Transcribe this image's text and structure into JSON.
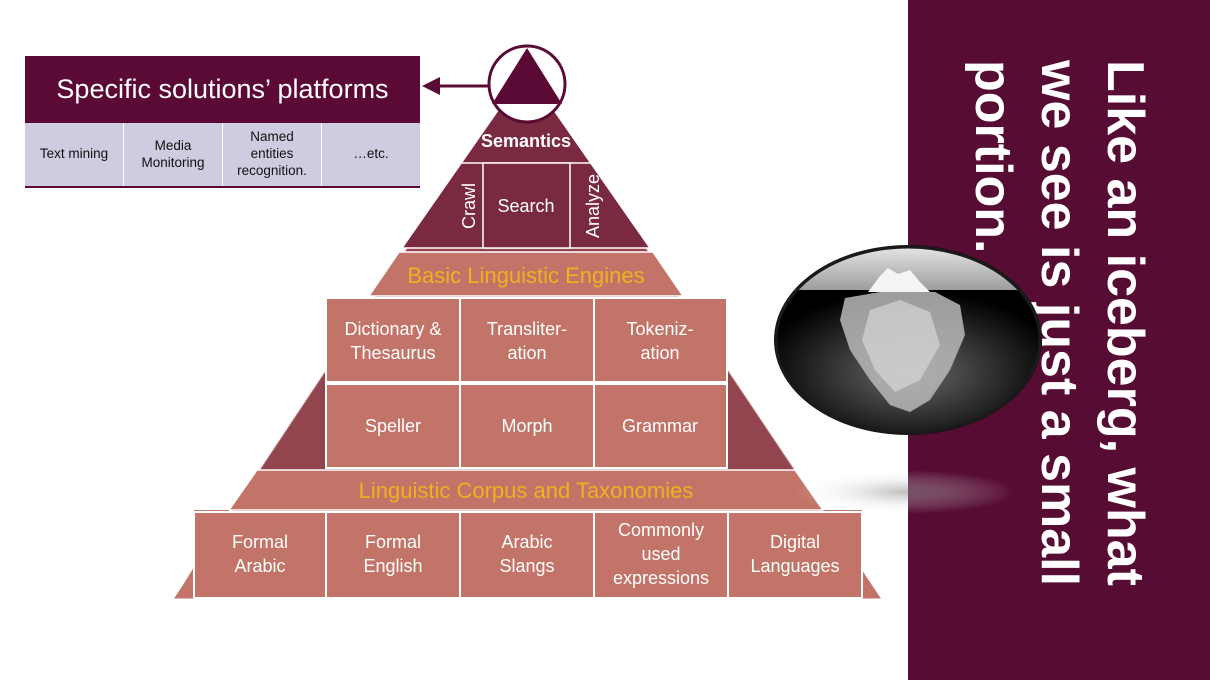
{
  "platforms": {
    "title": "Specific solutions’ platforms",
    "items": [
      "Text mining",
      "Media Monitoring",
      "Named entities recognition.",
      "…etc."
    ]
  },
  "pyramid": {
    "semantics": "Semantics",
    "tools": {
      "crawl": "Crawl",
      "search": "Search",
      "analyze": "Analyze"
    },
    "basic_engines": "Basic Linguistic Engines",
    "engines_row1": [
      "Dictionary &\nThesaurus",
      "Transliter-\nation",
      "Tokeniz-\nation"
    ],
    "engines_row2": [
      "Speller",
      "Morph",
      "Grammar"
    ],
    "corpus_title": "Linguistic Corpus and Taxonomies",
    "corpus": [
      "Formal\nArabic",
      "Formal\nEnglish",
      "Arabic\nSlangs",
      "Commonly\nused\nexpressions",
      "Digital\nLanguages"
    ]
  },
  "quote": "Like an iceberg, what we see is just a small portion.",
  "colors": {
    "brand": "#560c33",
    "pyramid_top": "#7a2a40",
    "pyramid_mid": "#93454f",
    "pyramid_base": "#c27468",
    "accent_text": "#f0b020",
    "platform_items_bg": "#cfcbe0"
  },
  "icons": {
    "iceberg": "iceberg-image",
    "apex": "triangle-in-circle-icon",
    "arrow": "arrow-left-icon"
  }
}
